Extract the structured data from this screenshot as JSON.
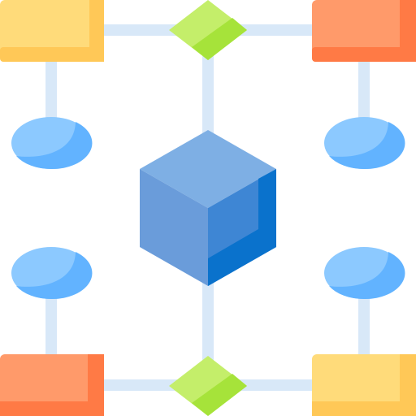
{
  "diagram": {
    "kind": "icon",
    "description": "network-diagram",
    "colors": {
      "connector": "#D8E8F8",
      "yellow_box": "#FFDB7A",
      "yellow_box_shade": "#FFC857",
      "orange_box": "#FF9A6A",
      "orange_box_shade": "#FF7A45",
      "green_diamond": "#C4EE6A",
      "green_diamond_shade": "#A6E33A",
      "ellipse": "#8CC9FF",
      "ellipse_shade": "#62B3FF",
      "cube_top": "#7EAFE4",
      "cube_left": "#6A9CDA",
      "cube_right": "#3E86D4",
      "cube_right_dark": "#0A72CC"
    },
    "nodes": [
      {
        "id": "box-top-left",
        "shape": "rectangle",
        "color": "yellow"
      },
      {
        "id": "box-top-right",
        "shape": "rectangle",
        "color": "orange"
      },
      {
        "id": "box-bottom-left",
        "shape": "rectangle",
        "color": "orange"
      },
      {
        "id": "box-bottom-right",
        "shape": "rectangle",
        "color": "yellow"
      },
      {
        "id": "diamond-top",
        "shape": "diamond",
        "color": "green"
      },
      {
        "id": "diamond-bottom",
        "shape": "diamond",
        "color": "green"
      },
      {
        "id": "ellipse-upper-left",
        "shape": "ellipse",
        "color": "blue"
      },
      {
        "id": "ellipse-upper-right",
        "shape": "ellipse",
        "color": "blue"
      },
      {
        "id": "ellipse-lower-left",
        "shape": "ellipse",
        "color": "blue"
      },
      {
        "id": "ellipse-lower-right",
        "shape": "ellipse",
        "color": "blue"
      },
      {
        "id": "center-cube",
        "shape": "cube",
        "color": "blue"
      }
    ]
  }
}
